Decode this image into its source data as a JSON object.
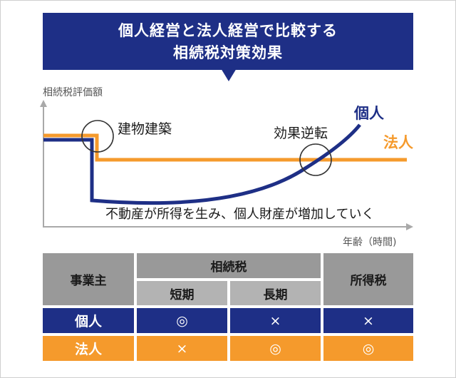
{
  "title": {
    "line1": "個人経営と法人経営で比較する",
    "line2": "相続税対策効果"
  },
  "chart": {
    "y_axis_label": "相続税評価額",
    "x_axis_label": "年齢（時間)",
    "annotations": {
      "building": "建物建築",
      "reversal": "効果逆転",
      "caption": "不動産が所得を生み、個人財産が増加していく"
    },
    "series": [
      {
        "name": "個人",
        "color": "#1e2f86"
      },
      {
        "name": "法人",
        "color": "#f59a2c"
      }
    ]
  },
  "table": {
    "header": {
      "owner": "事業主",
      "inheritance_tax": "相続税",
      "short_term": "短期",
      "long_term": "長期",
      "income_tax": "所得税"
    },
    "rows": [
      {
        "label": "個人",
        "short": "◎",
        "long": "×",
        "income": "×"
      },
      {
        "label": "法人",
        "short": "×",
        "long": "◎",
        "income": "◎"
      }
    ]
  },
  "colors": {
    "navy": "#1e2f86",
    "orange": "#f59a2c",
    "gray_header": "#999999",
    "gray_subheader": "#b3b3b3"
  }
}
